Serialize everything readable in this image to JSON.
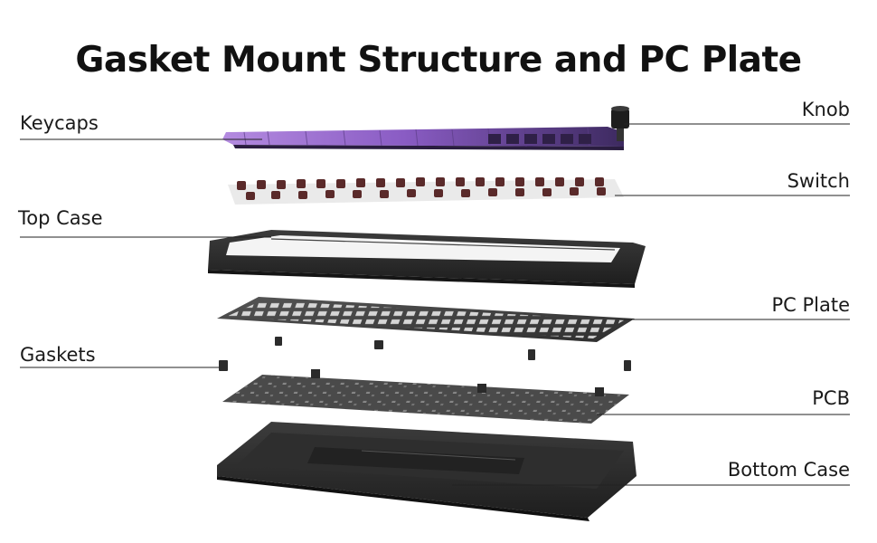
{
  "title": "Gasket Mount Structure and PC Plate",
  "labels": {
    "keycaps": "Keycaps",
    "top_case": "Top Case",
    "gaskets": "Gaskets",
    "knob": "Knob",
    "switch": "Switch",
    "pc_plate": "PC Plate",
    "pcb": "PCB",
    "bottom_case": "Bottom Case"
  },
  "colors": {
    "keycap_purple": "#8a5cc4",
    "keycap_dark": "#3a2a55",
    "case_black": "#2b2b2b",
    "plate_gray": "#3e3e3e",
    "switch_stem": "#5a2a2a"
  }
}
